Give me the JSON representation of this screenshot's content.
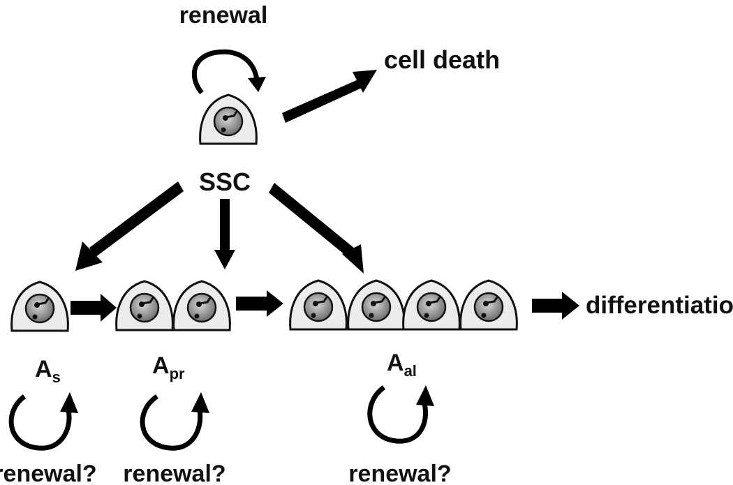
{
  "labels": {
    "top_renewal": "renewal",
    "cell_death": "cell death",
    "ssc": "SSC",
    "differentiation": "differentiation",
    "as_main": "A",
    "as_sub": "s",
    "apr_main": "A",
    "apr_sub": "pr",
    "aal_main": "A",
    "aal_sub": "al",
    "renewal_q_1": "renewal?",
    "renewal_q_2": "renewal?",
    "renewal_q_3": "renewal?"
  },
  "colors": {
    "cell_fill": "#ececec",
    "nucleus_fill": "#8a8a8a",
    "arrow": "#000000"
  }
}
